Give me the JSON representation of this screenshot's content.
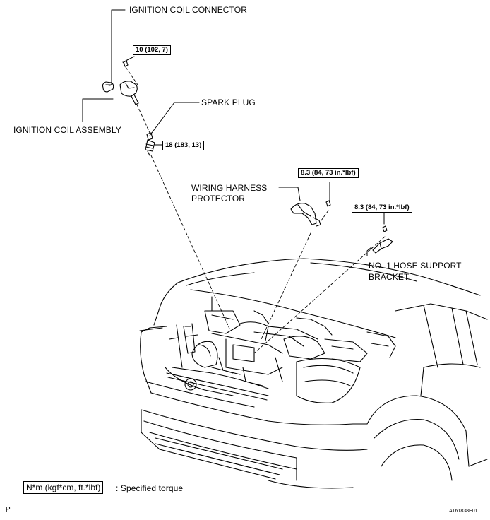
{
  "labels": {
    "ignition_coil_connector": "IGNITION COIL CONNECTOR",
    "ignition_coil_assembly": "IGNITION COIL ASSEMBLY",
    "spark_plug": "SPARK PLUG",
    "wiring_harness_protector_line1": "WIRING HARNESS",
    "wiring_harness_protector_line2": "PROTECTOR",
    "hose_support_bracket_line1": "NO. 1 HOSE SUPPORT",
    "hose_support_bracket_line2": "BRACKET"
  },
  "torques": {
    "coil_bolt": "10 (102, 7)",
    "spark_plug": "18 (183, 13)",
    "harness_bolt": "8.3 (84, 73 in.*lbf)",
    "bracket_bolt": "8.3 (84, 73 in.*lbf)"
  },
  "legend": {
    "box_text": "N*m (kgf*cm, ft.*lbf)",
    "description": ": Specified torque"
  },
  "footer": {
    "page_marker": "P",
    "figure_id": "A161838E01"
  }
}
